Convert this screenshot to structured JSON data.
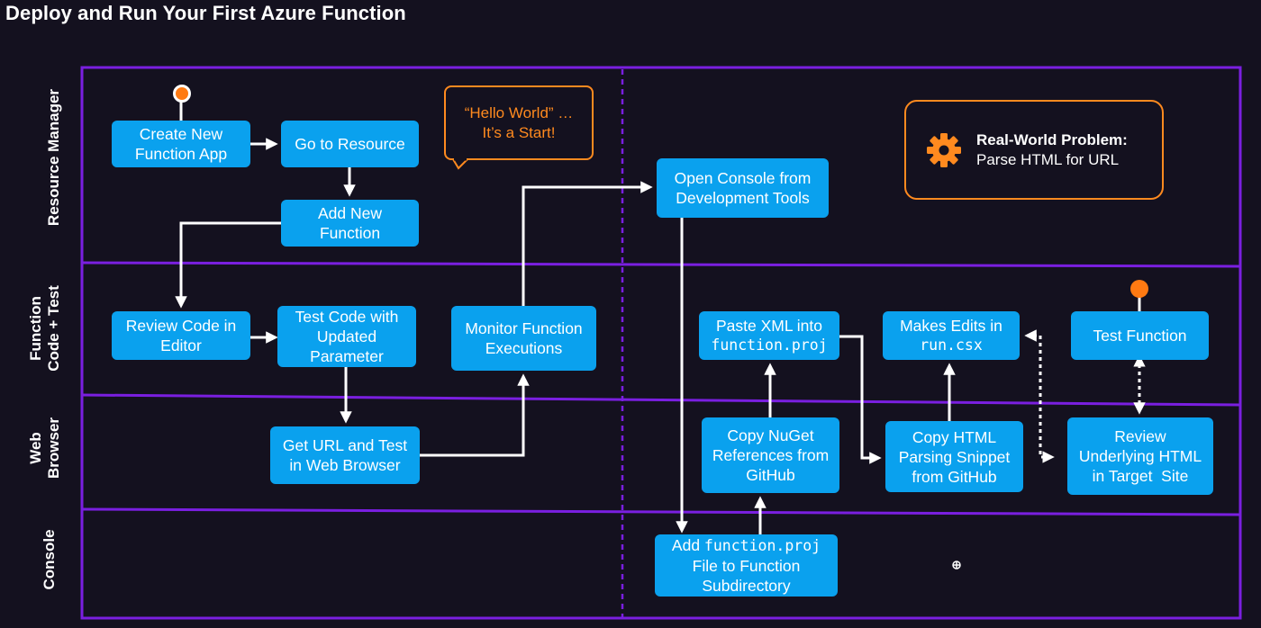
{
  "title": "Deploy and Run Your First Azure Function",
  "colors": {
    "background": "#14111f",
    "lane_border": "#7a1fe0",
    "box_fill": "#0aa1ee",
    "accent": "#ff8a1f"
  },
  "lanes": {
    "resource_manager": [
      "Resource Manager"
    ],
    "function_code": [
      "Function",
      "Code + Test"
    ],
    "web_browser": [
      "Web",
      "Browser"
    ],
    "console": [
      "Console"
    ]
  },
  "steps": {
    "create_app": [
      "Create New",
      "Function App"
    ],
    "go_to_resource": [
      "Go to Resource"
    ],
    "add_function": [
      "Add New",
      "Function"
    ],
    "review_code": [
      "Review Code in",
      "Editor"
    ],
    "test_code": [
      "Test Code with",
      "Updated",
      "Parameter"
    ],
    "get_url": [
      "Get URL and Test",
      "in Web Browser"
    ],
    "monitor": [
      "Monitor Function",
      "Executions"
    ],
    "open_console": [
      "Open Console from",
      "Development Tools"
    ],
    "add_proj_pre": "Add ",
    "add_proj_code": "function.proj",
    "add_proj_rest": [
      "File to Function",
      "Subdirectory"
    ],
    "copy_nuget": [
      "Copy NuGet",
      "References from",
      "GitHub"
    ],
    "paste_xml": "Paste XML into",
    "paste_xml_code": "function.proj",
    "copy_html": [
      "Copy HTML",
      "Parsing Snippet",
      "from GitHub"
    ],
    "makes_edits": "Makes Edits in",
    "makes_edits_code": "run.csx",
    "test_function": [
      "Test Function"
    ],
    "review_html": [
      "Review",
      "Underlying HTML",
      "in Target  Site"
    ]
  },
  "callout": [
    "“Hello World” …",
    "It’s a Start!"
  ],
  "problem": {
    "icon": "gear-icon",
    "title": "Real-World Problem:",
    "text": "Parse HTML for URL"
  }
}
